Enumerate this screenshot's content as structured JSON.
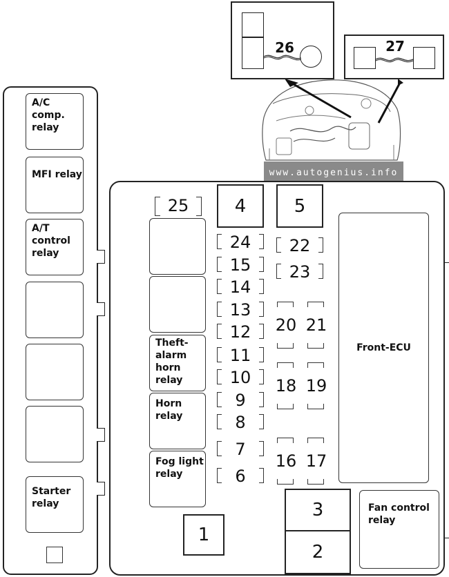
{
  "left_panel": {
    "relays": [
      {
        "label": "A/C\ncomp.\nrelay"
      },
      {
        "label": "MFI relay"
      },
      {
        "label": "A/T\ncontrol\nrelay"
      },
      {
        "label": ""
      },
      {
        "label": ""
      },
      {
        "label": ""
      },
      {
        "label": "Starter\nrelay"
      }
    ]
  },
  "main_panel": {
    "relays": [
      {
        "label": ""
      },
      {
        "label": ""
      },
      {
        "label": "Theft-\nalarm\nhorn\nrelay"
      },
      {
        "label": "Horn\nrelay"
      },
      {
        "label": "Fog light\nrelay"
      }
    ],
    "fuses": {
      "f25": "25",
      "f4": "4",
      "f5": "5",
      "f24": "24",
      "f15": "15",
      "f14": "14",
      "f13": "13",
      "f12": "12",
      "f11": "11",
      "f10": "10",
      "f9": "9",
      "f8": "8",
      "f7": "7",
      "f6": "6",
      "f22": "22",
      "f23": "23",
      "f20": "20",
      "f21": "21",
      "f18": "18",
      "f19": "19",
      "f16": "16",
      "f17": "17",
      "f1": "1",
      "f3": "3",
      "f2": "2"
    },
    "front_ecu": "Front-ECU",
    "fan_control_relay": "Fan control\nrelay"
  },
  "insets": {
    "left_label": "26",
    "right_label": "27"
  },
  "watermark": "www.autogenius.info"
}
